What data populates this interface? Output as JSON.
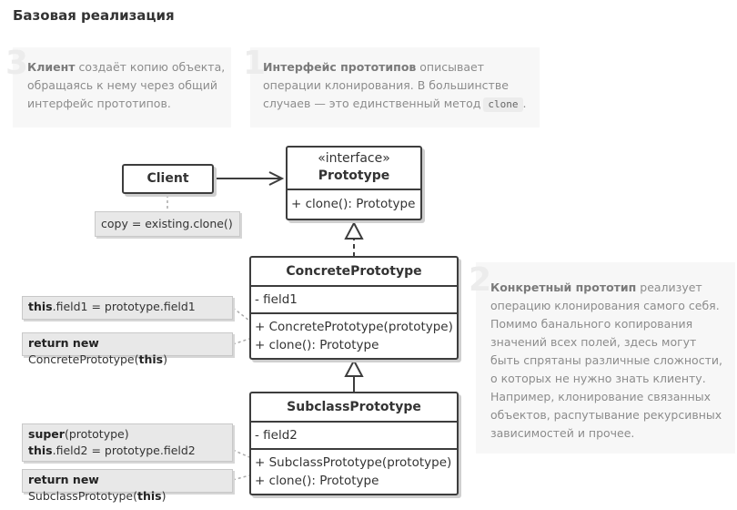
{
  "title": "Базовая реализация",
  "notes": [
    {
      "num": "3",
      "bold": "Клиент",
      "text": " создаёт копию объекта, обращаясь к нему через общий интерфейс прототипов."
    },
    {
      "num": "1",
      "bold": "Интерфейс прототипов",
      "text": " описывает операции клонирования. В большинстве случаев — это единственный метод",
      "code": "clone",
      "tail": "."
    },
    {
      "num": "2",
      "bold": "Конкретный прототип",
      "text": " реализует операцию клонирования самого себя. Помимо банального копирования значений всех полей, здесь могут быть спрятаны различные сложности, о которых не нужно знать клиенту. Например, клонирование связанных объектов, распутывание рекурсивных зависимостей и прочее."
    }
  ],
  "classes": {
    "client": {
      "name": "Client"
    },
    "prototype": {
      "stereotype": "«interface»",
      "name": "Prototype",
      "methods": [
        "+ clone(): Prototype"
      ]
    },
    "concrete": {
      "name": "ConcretePrototype",
      "fields": [
        "- field1"
      ],
      "methods": [
        "+ ConcretePrototype(prototype)",
        "+ clone(): Prototype"
      ]
    },
    "subclass": {
      "name": "SubclassPrototype",
      "fields": [
        "- field2"
      ],
      "methods": [
        "+ SubclassPrototype(prototype)",
        "+ clone(): Prototype"
      ]
    }
  },
  "code_notes": {
    "client_note": "copy = existing.clone()",
    "concrete_ctor": {
      "kw": "this",
      "rest": ".field1 = prototype.field1"
    },
    "concrete_clone": {
      "kw1": "return new",
      "mid": " ConcretePrototype(",
      "kw2": "this",
      "end": ")"
    },
    "sub_ctor_l1": {
      "kw": "super",
      "rest": "(prototype)"
    },
    "sub_ctor_l2": {
      "kw": "this",
      "rest": ".field2 = prototype.field2"
    },
    "sub_clone": {
      "kw1": "return new",
      "mid": " SubclassPrototype(",
      "kw2": "this",
      "end": ")"
    }
  }
}
